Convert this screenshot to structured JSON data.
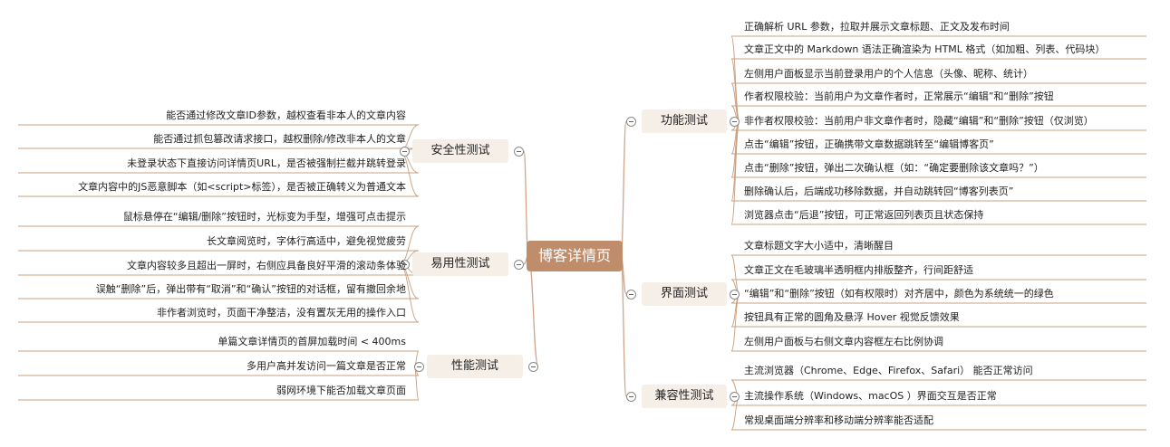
{
  "root": {
    "label": "博客详情页"
  },
  "branches": {
    "functional": {
      "label": "功能测试",
      "items": [
        "正确解析 URL 参数，拉取并展示文章标题、正文及发布时间",
        "文章正文中的 Markdown 语法正确渲染为 HTML 格式（如加粗、列表、代码块）",
        "左侧用户面板显示当前登录用户的个人信息（头像、昵称、统计）",
        "作者权限校验：当前用户为文章作者时，正常展示“编辑”和“删除”按钮",
        "非作者权限校验：当前用户非文章作者时，隐藏“编辑”和“删除”按钮（仅浏览）",
        "点击“编辑”按钮，正确携带文章数据跳转至“编辑博客页”",
        "点击“删除”按钮，弹出二次确认框（如：“确定要删除该文章吗？”）",
        "删除确认后，后端成功移除数据，并自动跳转回“博客列表页”",
        "浏览器点击“后退”按钮，可正常返回列表页且状态保持"
      ]
    },
    "ui": {
      "label": "界面测试",
      "items": [
        "文章标题文字大小适中，清晰醒目",
        "文章正文在毛玻璃半透明框内排版整齐，行间距舒适",
        "“编辑”和“删除”按钮（如有权限时）对齐居中，颜色为系统统一的绿色",
        "按钮具有正常的圆角及悬浮 Hover 视觉反馈效果",
        "左侧用户面板与右侧文章内容框左右比例协调"
      ]
    },
    "compatibility": {
      "label": "兼容性测试",
      "items": [
        "主流浏览器（Chrome、Edge、Firefox、Safari） 能否正常访问",
        "主流操作系统（Windows、macOS ）界面交互是否正常",
        "常规桌面端分辨率和移动端分辨率能否适配"
      ]
    },
    "security": {
      "label": "安全性测试",
      "items": [
        "能否通过修改文章ID参数，越权查看非本人的文章内容",
        "能否通过抓包篡改请求接口，越权删除/修改非本人的文章",
        "未登录状态下直接访问详情页URL，是否被强制拦截并跳转登录",
        "文章内容中的JS恶意脚本（如<script>标签），是否被正确转义为普通文本"
      ]
    },
    "usability": {
      "label": "易用性测试",
      "items": [
        "鼠标悬停在“编辑/删除”按钮时，光标变为手型，增强可点击提示",
        "长文章阅览时，字体行高适中，避免视觉疲劳",
        "文章内容较多且超出一屏时，右侧应具备良好平滑的滚动条体验",
        "误触“删除”后，弹出带有“取消”和“确认”按钮的对话框，留有撤回余地",
        "非作者浏览时，页面干净整洁，没有置灰无用的操作入口"
      ]
    },
    "performance": {
      "label": "性能测试",
      "items": [
        "单篇文章详情页的首屏加载时间 < 400ms",
        "多用户高并发访问一篇文章是否正常",
        "弱网环境下能否加载文章页面"
      ]
    }
  },
  "colors": {
    "root": "#c08d6b",
    "branch": "#f6efe8",
    "line": "#cfa68b",
    "leaf_line": "#c9a07f"
  }
}
